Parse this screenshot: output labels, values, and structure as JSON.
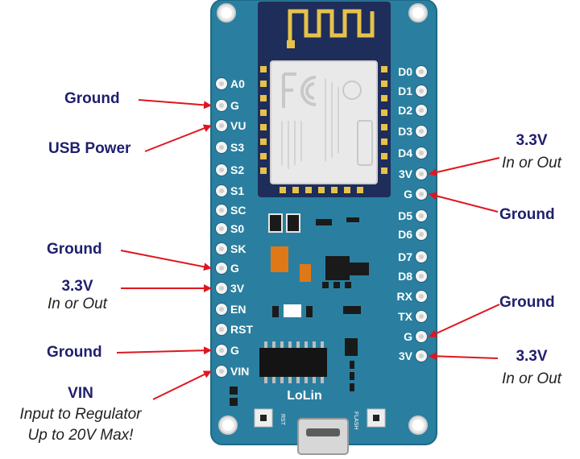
{
  "board": {
    "left_pins": [
      "A0",
      "G",
      "VU",
      "S3",
      "S2",
      "S1",
      "SC",
      "S0",
      "SK",
      "G",
      "3V",
      "EN",
      "RST",
      "G",
      "VIN"
    ],
    "right_pins": [
      "D0",
      "D1",
      "D2",
      "D3",
      "D4",
      "3V",
      "G",
      "D5",
      "D6",
      "D7",
      "D8",
      "RX",
      "TX",
      "G",
      "3V"
    ],
    "brand": "LoLin",
    "rst_label": "RST",
    "flash_label": "FLASH"
  },
  "callouts": [
    {
      "id": "ground-a0g",
      "line1": "Ground",
      "line2": ""
    },
    {
      "id": "usb-power",
      "line1": "USB Power",
      "line2": ""
    },
    {
      "id": "ground-left-mid",
      "line1": "Ground",
      "line2": ""
    },
    {
      "id": "3v3-left",
      "line1": "3.3V",
      "line2": "In or Out"
    },
    {
      "id": "ground-left-bottom",
      "line1": "Ground",
      "line2": ""
    },
    {
      "id": "vin",
      "line1": "VIN",
      "line2": "Input to Regulator",
      "line3": "Up to 20V Max!"
    },
    {
      "id": "3v3-right-top",
      "line1": "3.3V",
      "line2": "In or Out"
    },
    {
      "id": "ground-right-top",
      "line1": "Ground",
      "line2": ""
    },
    {
      "id": "ground-right-bottom",
      "line1": "Ground",
      "line2": ""
    },
    {
      "id": "3v3-right-bottom",
      "line1": "3.3V",
      "line2": "In or Out"
    }
  ],
  "colors": {
    "board": "#2a7fa0",
    "board_dark": "#1f6a88",
    "module": "#1e2d5a",
    "shield": "#e9e9e9",
    "pin": "#f4f4f4",
    "gold": "#e6c24a",
    "arrow": "#e0161e",
    "label": "#1f1f6e"
  }
}
